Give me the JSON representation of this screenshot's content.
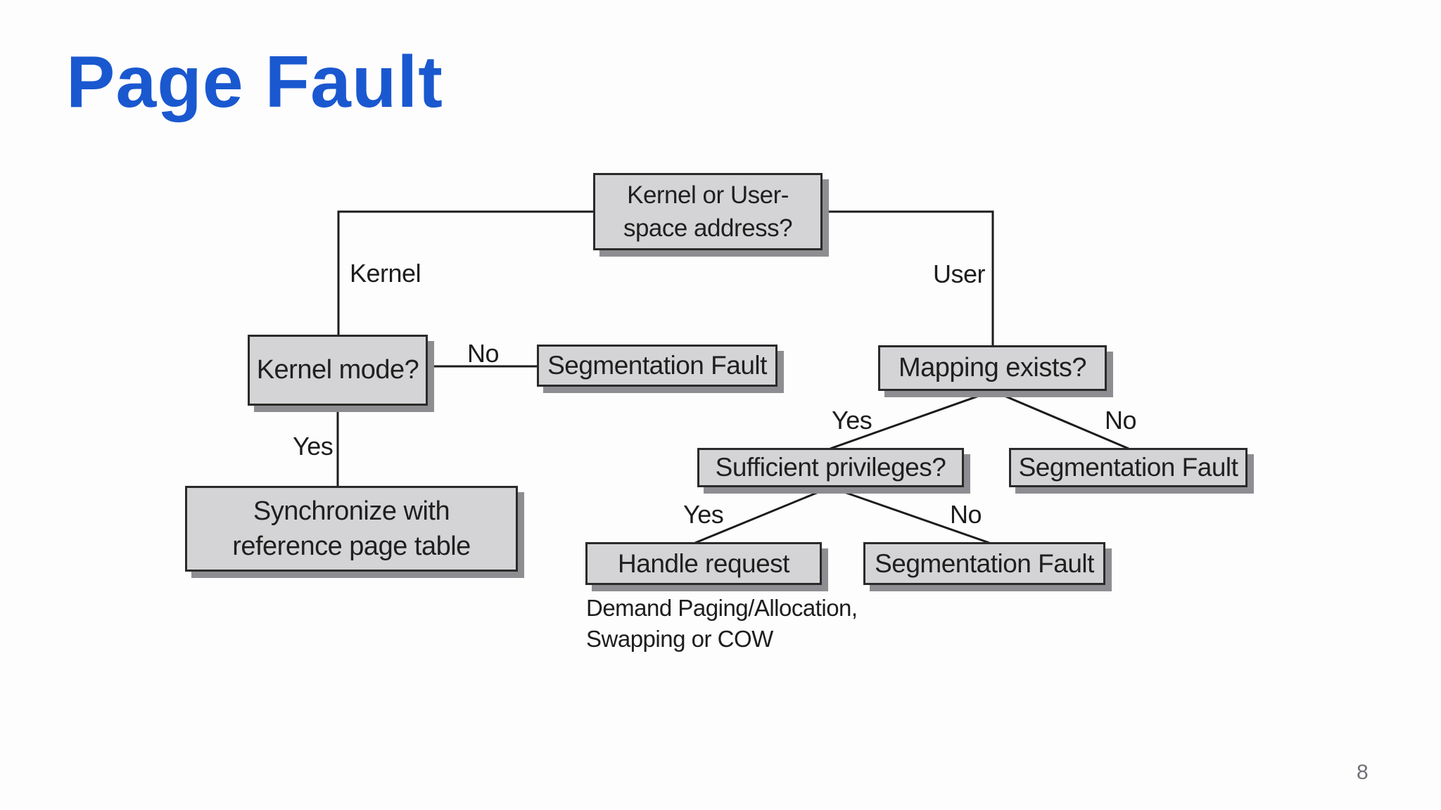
{
  "slide": {
    "title": "Page Fault",
    "page_number": "8"
  },
  "colors": {
    "title_blue": "#1a58d0",
    "box_fill": "#d4d4d6",
    "box_border": "#2a2a2a",
    "box_shadow": "#8e8e92",
    "connector": "#1c1c1c",
    "background": "#fdfdfd"
  },
  "flowchart": {
    "nodes": {
      "kernel_or_user": "Kernel or User-\nspace address?",
      "kernel_mode": "Kernel mode?",
      "segfault_kernel": "Segmentation Fault",
      "mapping_exists": "Mapping exists?",
      "sufficient_privileges": "Sufficient privileges?",
      "segfault_mapping": "Segmentation Fault",
      "handle_request": "Handle request",
      "segfault_privileges": "Segmentation Fault",
      "synchronize": "Synchronize with\nreference page table"
    },
    "edge_labels": {
      "kernel": "Kernel",
      "user": "User",
      "kernel_mode_no": "No",
      "kernel_mode_yes": "Yes",
      "mapping_yes": "Yes",
      "mapping_no": "No",
      "privileges_yes": "Yes",
      "privileges_no": "No"
    },
    "caption": "Demand Paging/Allocation,\nSwapping or COW"
  }
}
